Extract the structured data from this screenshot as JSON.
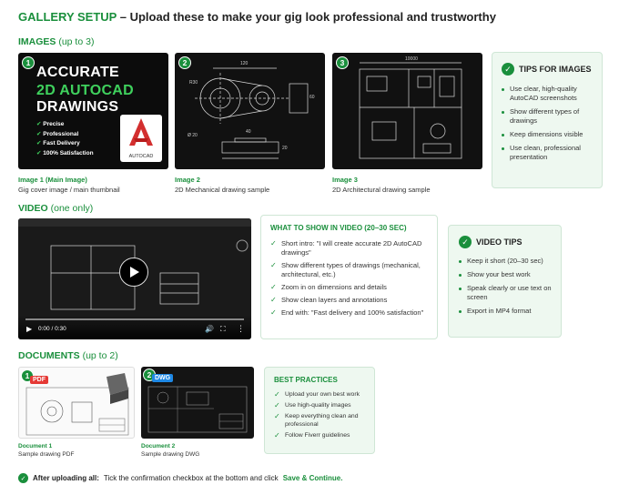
{
  "header": {
    "title_green": "GALLERY SETUP",
    "title_rest": "– Upload these to make your gig look professional and trustworthy"
  },
  "images_section": {
    "label": "IMAGES",
    "count_note": "(up to 3)",
    "items": [
      {
        "number": "1",
        "caption_title": "Image 1 (Main Image)",
        "caption_sub": "Gig cover image / main thumbnail",
        "cover": {
          "line1": "ACCURATE",
          "line2": "2D AUTOCAD",
          "line3": "DRAWINGS",
          "bullets": [
            "Precise",
            "Professional",
            "Fast Delivery",
            "100% Satisfaction"
          ],
          "logo_text": "AUTOCAD"
        }
      },
      {
        "number": "2",
        "caption_title": "Image 2",
        "caption_sub": "2D Mechanical drawing sample",
        "dims": {
          "top": "120",
          "left": "R30",
          "right": "60",
          "bottom_left": "Ø 20",
          "mid": "40",
          "bottom": "20"
        }
      },
      {
        "number": "3",
        "caption_title": "Image 3",
        "caption_sub": "2D Architectural drawing sample",
        "dims": {
          "top": "10000"
        }
      }
    ]
  },
  "image_tips": {
    "title": "TIPS FOR IMAGES",
    "items": [
      "Use clear, high-quality AutoCAD screenshots",
      "Show different types of drawings",
      "Keep dimensions visible",
      "Use clean, professional presentation"
    ]
  },
  "video_section": {
    "label": "VIDEO",
    "count_note": "(one only)",
    "time": "0:00 / 0:30"
  },
  "video_show": {
    "title": "WHAT TO SHOW IN VIDEO (20–30 SEC)",
    "items": [
      "Short intro: \"I will create accurate 2D AutoCAD drawings\"",
      "Show different types of drawings (mechanical, architectural, etc.)",
      "Zoom in on dimensions and details",
      "Show clean layers and annotations",
      "End with: \"Fast delivery and 100% satisfaction\""
    ]
  },
  "video_tips": {
    "title": "VIDEO TIPS",
    "items": [
      "Keep it short (20–30 sec)",
      "Show your best work",
      "Speak clearly or use text on screen",
      "Export in MP4 format"
    ]
  },
  "documents_section": {
    "label": "DOCUMENTS",
    "count_note": "(up to 2)",
    "items": [
      {
        "number": "1",
        "tag": "PDF",
        "caption_title": "Document 1",
        "caption_sub": "Sample drawing PDF"
      },
      {
        "number": "2",
        "tag": "DWG",
        "caption_title": "Document 2",
        "caption_sub": "Sample drawing DWG"
      }
    ]
  },
  "best_practices": {
    "title": "BEST PRACTICES",
    "items": [
      "Upload your own best work",
      "Use high-quality images",
      "Keep everything clean and professional",
      "Follow Fiverr guidelines"
    ]
  },
  "footer": {
    "bold": "After uploading all:",
    "text": "Tick the confirmation checkbox at the bottom and click",
    "action": "Save & Continue."
  },
  "colors": {
    "accent": "#1a8f3c",
    "tip_bg": "#eef8f0",
    "pdf_red": "#e53935",
    "dwg_blue": "#1e88e5"
  }
}
